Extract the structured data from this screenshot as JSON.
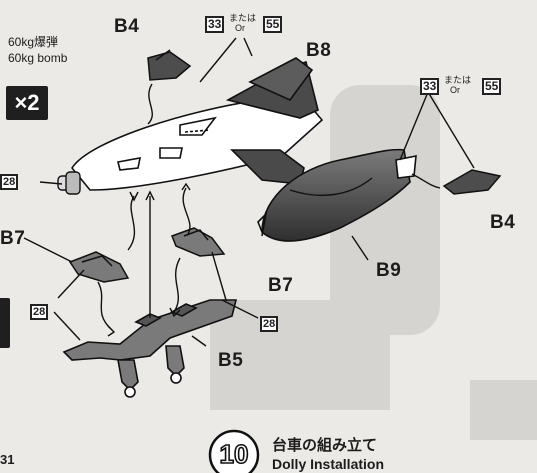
{
  "bomb_note": {
    "jp": "60kg爆弾",
    "en": "60kg bomb"
  },
  "quantity": "×2",
  "parts": {
    "b4": "B4",
    "b8": "B8",
    "b9": "B9",
    "b7": "B7",
    "b5": "B5",
    "b37": "B7"
  },
  "numbers": {
    "n33": "33",
    "n55": "55",
    "n28": "28"
  },
  "alt": {
    "jp": "または",
    "en": "Or"
  },
  "step": {
    "number": "10",
    "title_jp": "台車の組み立て",
    "title_en": "Dolly Installation"
  },
  "edge": {
    "left_num": "31"
  }
}
